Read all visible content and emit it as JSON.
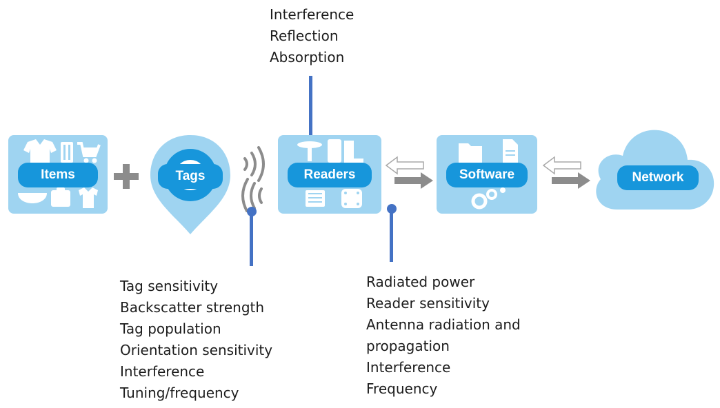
{
  "top_notes": [
    "Interference",
    "Reflection",
    "Absorption"
  ],
  "tags_notes": [
    "Tag sensitivity",
    "Backscatter strength",
    "Tag population",
    "Orientation sensitivity",
    "Interference",
    "Tuning/frequency"
  ],
  "readers_notes": [
    "Radiated power",
    "Reader sensitivity",
    "Antenna radiation and",
    "propagation",
    "Interference",
    "Frequency"
  ],
  "blocks": {
    "items": "Items",
    "tags": "Tags",
    "readers": "Readers",
    "software": "Software",
    "network": "Network"
  },
  "colors": {
    "tile": "#9fd4f1",
    "pill": "#1796db",
    "connector": "#4472c4",
    "arrow": "#8c8c8c",
    "text": "#1c1c1c"
  }
}
